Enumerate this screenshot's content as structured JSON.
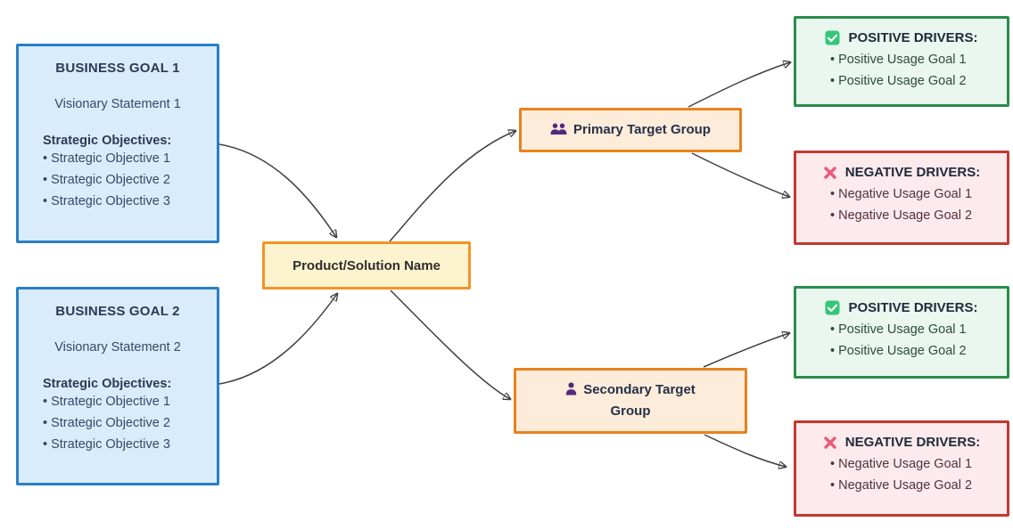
{
  "diagram": {
    "goal1": {
      "title": "BUSINESS GOAL 1",
      "vision": "Visionary Statement 1",
      "objectives_heading": "Strategic Objectives:",
      "objectives": [
        "Strategic Objective 1",
        "Strategic Objective 2",
        "Strategic Objective 3"
      ]
    },
    "goal2": {
      "title": "BUSINESS GOAL 2",
      "vision": "Visionary Statement 2",
      "objectives_heading": "Strategic Objectives:",
      "objectives": [
        "Strategic Objective 1",
        "Strategic Objective 2",
        "Strategic Objective 3"
      ]
    },
    "product": {
      "label": "Product/Solution Name"
    },
    "primary_group": {
      "label": "Primary Target Group",
      "icon": "users-icon"
    },
    "secondary_group": {
      "label": "Secondary Target Group",
      "icon": "user-icon"
    },
    "primary_positive": {
      "heading": "POSITIVE DRIVERS:",
      "icon": "check-icon",
      "items": [
        "Positive Usage Goal 1",
        "Positive Usage Goal 2"
      ]
    },
    "primary_negative": {
      "heading": "NEGATIVE DRIVERS:",
      "icon": "x-icon",
      "items": [
        "Negative Usage Goal 1",
        "Negative Usage Goal 2"
      ]
    },
    "secondary_positive": {
      "heading": "POSITIVE DRIVERS:",
      "icon": "check-icon",
      "items": [
        "Positive Usage Goal 1",
        "Positive Usage Goal 2"
      ]
    },
    "secondary_negative": {
      "heading": "NEGATIVE DRIVERS:",
      "icon": "x-icon",
      "items": [
        "Negative Usage Goal 1",
        "Negative Usage Goal 2"
      ]
    },
    "colors": {
      "goal_fill": "#d9ecfb",
      "goal_border": "#2a7fc5",
      "product_fill": "#fdf3cf",
      "product_border": "#f39426",
      "group_fill": "#fcecd9",
      "group_border": "#e8821e",
      "positive_fill": "#e9f7ef",
      "positive_border": "#2a8c4a",
      "negative_fill": "#fdeaec",
      "negative_border": "#c2392f",
      "icon_purple": "#54287e",
      "check_green": "#35c678",
      "x_pink": "#ea5a78",
      "arrow": "#3f3f3f"
    }
  }
}
